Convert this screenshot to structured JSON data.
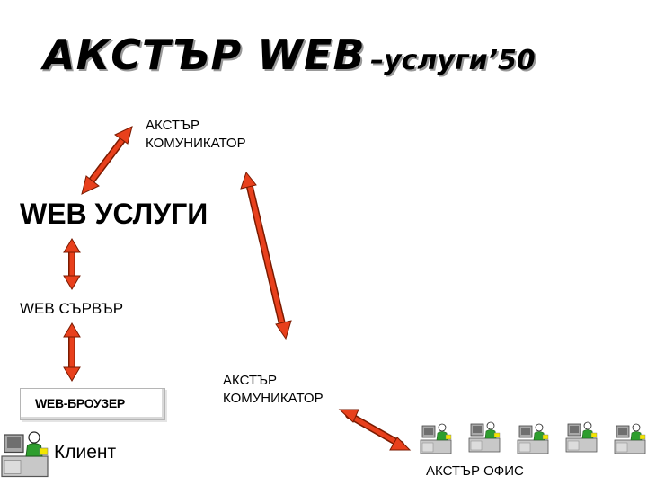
{
  "title": {
    "main": "АКСТЪР WEB",
    "sub": "–услуги’50"
  },
  "nodes": {
    "communicator_top": {
      "line1": "АКСТЪР",
      "line2": "КОМУНИКАТОР"
    },
    "web_services": "WEB УСЛУГИ",
    "web_server": "WEB СЪРВЪР",
    "browser": "WEB-БРОУЗЕР",
    "communicator_bottom": {
      "line1": "АКСТЪР",
      "line2": "КОМУНИКАТОР"
    },
    "client": "Клиент",
    "office": "АКСТЪР ОФИС"
  },
  "colors": {
    "arrow": "#e8401c",
    "arrow_outline": "#7a1a00",
    "person_shirt": "#2e9e2e",
    "desk": "#c8c8c8",
    "monitor": "#a9a9a9",
    "note": "#f2e600"
  },
  "icons": [
    "workstation-icon"
  ]
}
